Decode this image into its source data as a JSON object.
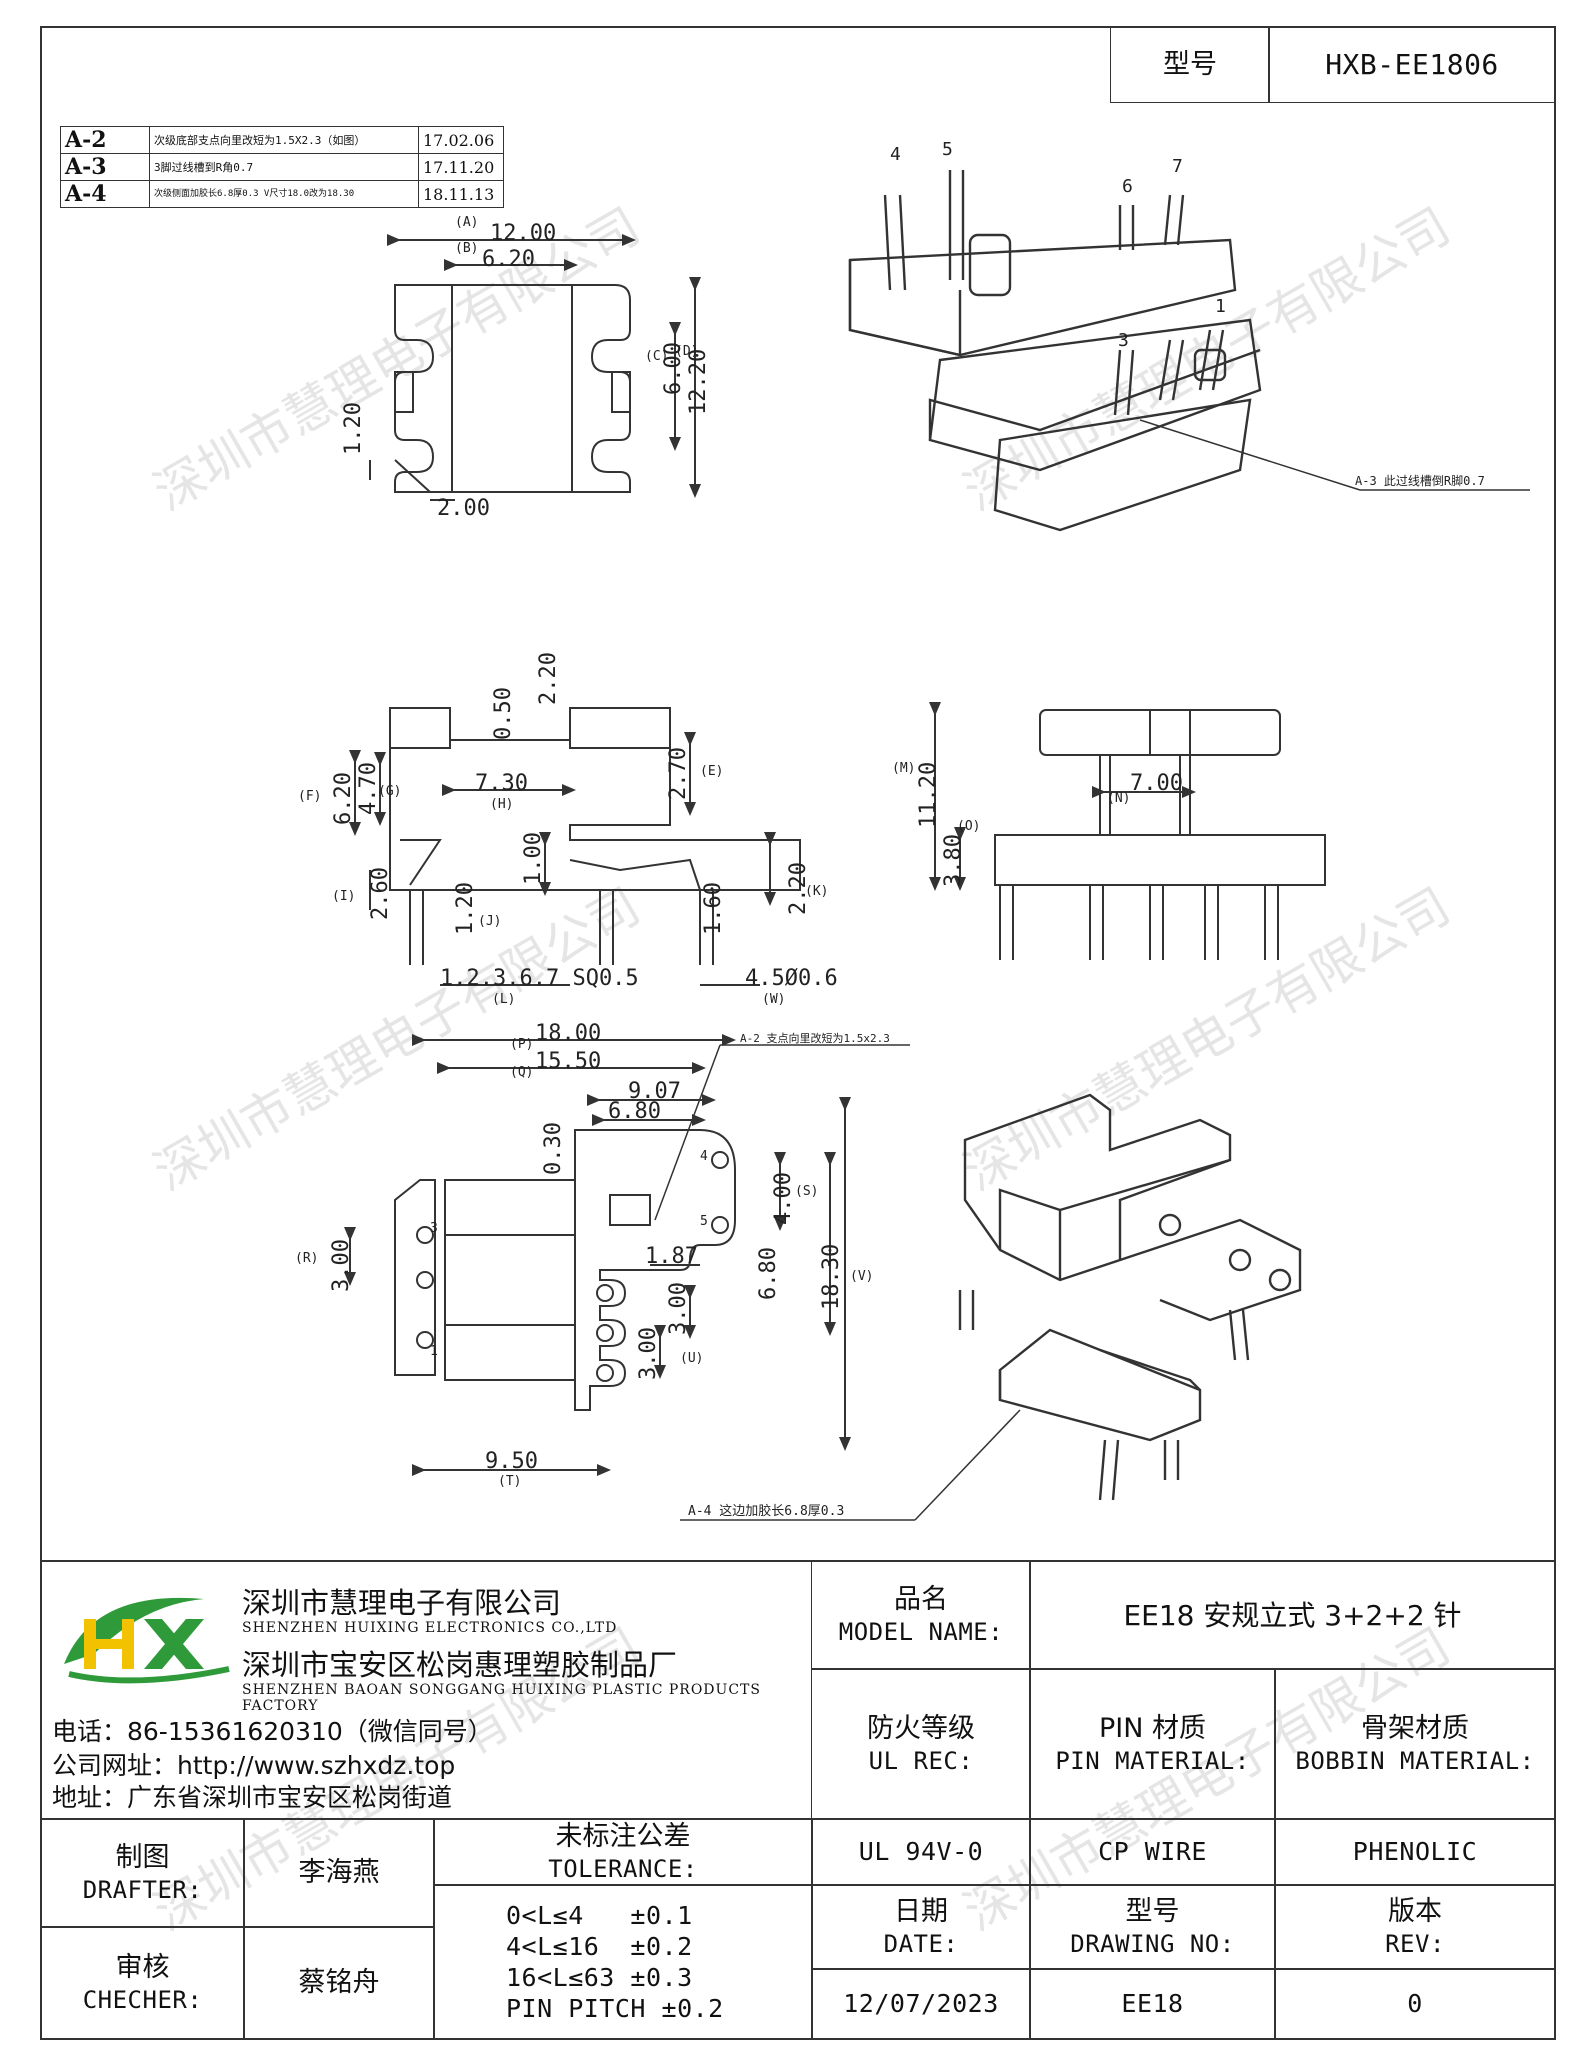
{
  "header": {
    "type_label": "型号",
    "type_value": "HXB-EE1806"
  },
  "revisions": [
    {
      "id": "A-2",
      "desc": "次级底部支点向里改短为1.5X2.3（如图）",
      "date": "17.02.06"
    },
    {
      "id": "A-3",
      "desc": "3脚过线槽到R角0.7",
      "date": "17.11.20"
    },
    {
      "id": "A-4",
      "desc": "次级侧面加胶长6.8厚0.3 V尺寸18.0改为18.30",
      "date": "18.11.13"
    }
  ],
  "drawing": {
    "top_view": {
      "dims": [
        "12.00",
        "6.20",
        "6.00",
        "12.20",
        "1.20",
        "2.00"
      ],
      "refs": [
        "(A)",
        "(B)",
        "(C)",
        "(D)"
      ]
    },
    "iso_top": {
      "pins": [
        "4",
        "5",
        "6",
        "7",
        "1",
        "3"
      ],
      "note": "A-3 此过线槽倒R脚0.7"
    },
    "front_view": {
      "dims": [
        "0.50",
        "2.20",
        "6.20",
        "4.70",
        "7.30",
        "2.70",
        "1.00",
        "2.60",
        "1.20",
        "1.60",
        "2.20",
        "1.2.3.6.7  SQ0.5",
        "4.5Ø0.6"
      ],
      "refs": [
        "(F)",
        "(G)",
        "(H)",
        "(E)",
        "(I)",
        "(J)",
        "(K)",
        "(L)",
        "(W)"
      ]
    },
    "side_view": {
      "dims": [
        "11.20",
        "3.80",
        "7.00"
      ],
      "refs": [
        "(M)",
        "(O)",
        "(N)"
      ]
    },
    "bottom_view": {
      "dims": [
        "18.00",
        "15.50",
        "9.07",
        "6.80",
        "0.30",
        "4.00",
        "1.87",
        "6.80",
        "18.30",
        "3.00",
        "3.00",
        "3.00",
        "9.50"
      ],
      "refs": [
        "(P)",
        "(Q)",
        "(S)",
        "(V)",
        "(R)",
        "(U)",
        "(T)"
      ],
      "pin_labels": [
        "4",
        "5",
        "3",
        "1"
      ],
      "note": "A-2 支点向里改短为1.5x2.3"
    },
    "iso_bottom": {
      "note": "A-4 这边加胶长6.8厚0.3"
    }
  },
  "company": {
    "logo_text": "HX",
    "name_cn_1": "深圳市慧理电子有限公司",
    "name_en_1": "SHENZHEN HUIXING ELECTRONICS CO.,LTD",
    "name_cn_2": "深圳市宝安区松岗惠理塑胶制品厂",
    "name_en_2": "SHENZHEN BAOAN SONGGANG HUIXING PLASTIC PRODUCTS FACTORY",
    "phone": "电话：86-15361620310（微信同号）",
    "website": "公司网址：http://www.szhxdz.top",
    "address": "地址：广东省深圳市宝安区松岗街道"
  },
  "title_block": {
    "model_name_label_cn": "品名",
    "model_name_label_en": "MODEL NAME:",
    "model_name_value": "EE18 安规立式 3+2+2 针",
    "fire_label_cn": "防火等级",
    "fire_label_en": "UL REC:",
    "pin_material_label_cn": "PIN 材质",
    "pin_material_label_en": "PIN MATERIAL:",
    "bobbin_material_label_cn": "骨架材质",
    "bobbin_material_label_en": "BOBBIN MATERIAL:",
    "fire_value": "UL 94V-0",
    "pin_material_value": "CP WIRE",
    "bobbin_material_value": "PHENOLIC",
    "drafter_label_cn": "制图",
    "drafter_label_en": "DRAFTER:",
    "drafter_value": "李海燕",
    "checker_label_cn": "审核",
    "checker_label_en": "CHECHER:",
    "checker_value": "蔡铭舟",
    "tolerance_label_cn": "未标注公差",
    "tolerance_label_en": "TOLERANCE:",
    "tolerances": [
      "0<L≤4   ±0.1",
      "4<L≤16  ±0.2",
      "16<L≤63 ±0.3",
      "PIN PITCH ±0.2"
    ],
    "date_label_cn": "日期",
    "date_label_en": "DATE:",
    "date_value": "12/07/2023",
    "drawing_no_label_cn": "型号",
    "drawing_no_label_en": "DRAWING NO:",
    "drawing_no_value": "EE18",
    "rev_label_cn": "版本",
    "rev_label_en": "REV:",
    "rev_value": "0"
  },
  "watermark": "深圳市慧理电子有限公司",
  "colors": {
    "logo_green": "#2e9a3a",
    "logo_yellow": "#f2c200",
    "line": "#333333"
  }
}
